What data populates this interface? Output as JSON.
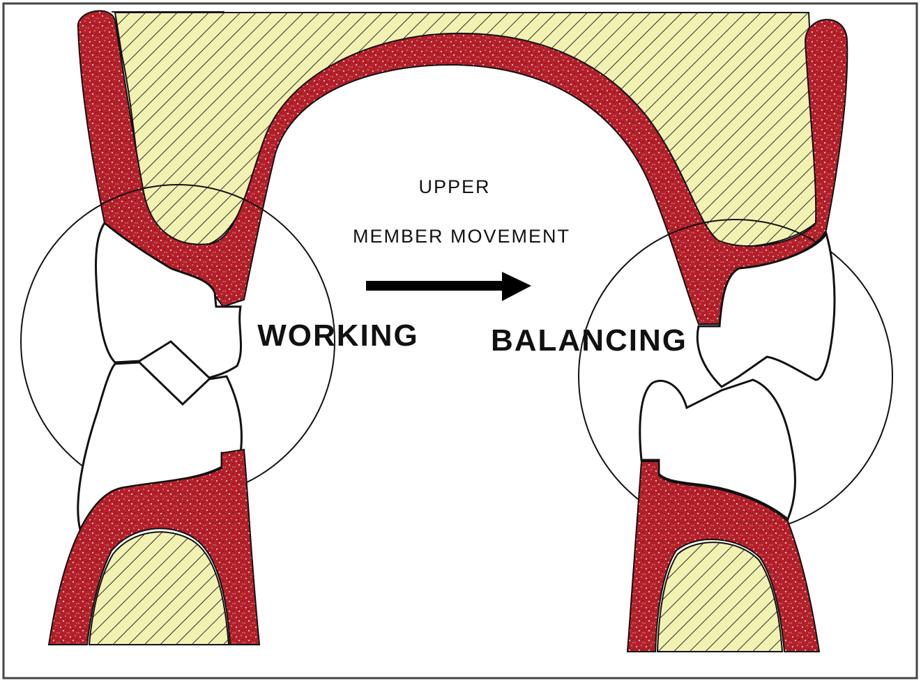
{
  "diagram": {
    "labels": {
      "upper": "UPPER",
      "movement": "MEMBER MOVEMENT",
      "working": "WORKING",
      "balancing": "BALANCING"
    },
    "colors": {
      "gum_red": "#b3202a",
      "gum_speckle": "#ffffff",
      "bone_yellow": "#f1f1b2",
      "hatch_line": "#2b2b2b",
      "outline": "#111111",
      "arrow": "#000000",
      "frame": "#444444"
    },
    "arrow_direction": "right"
  }
}
